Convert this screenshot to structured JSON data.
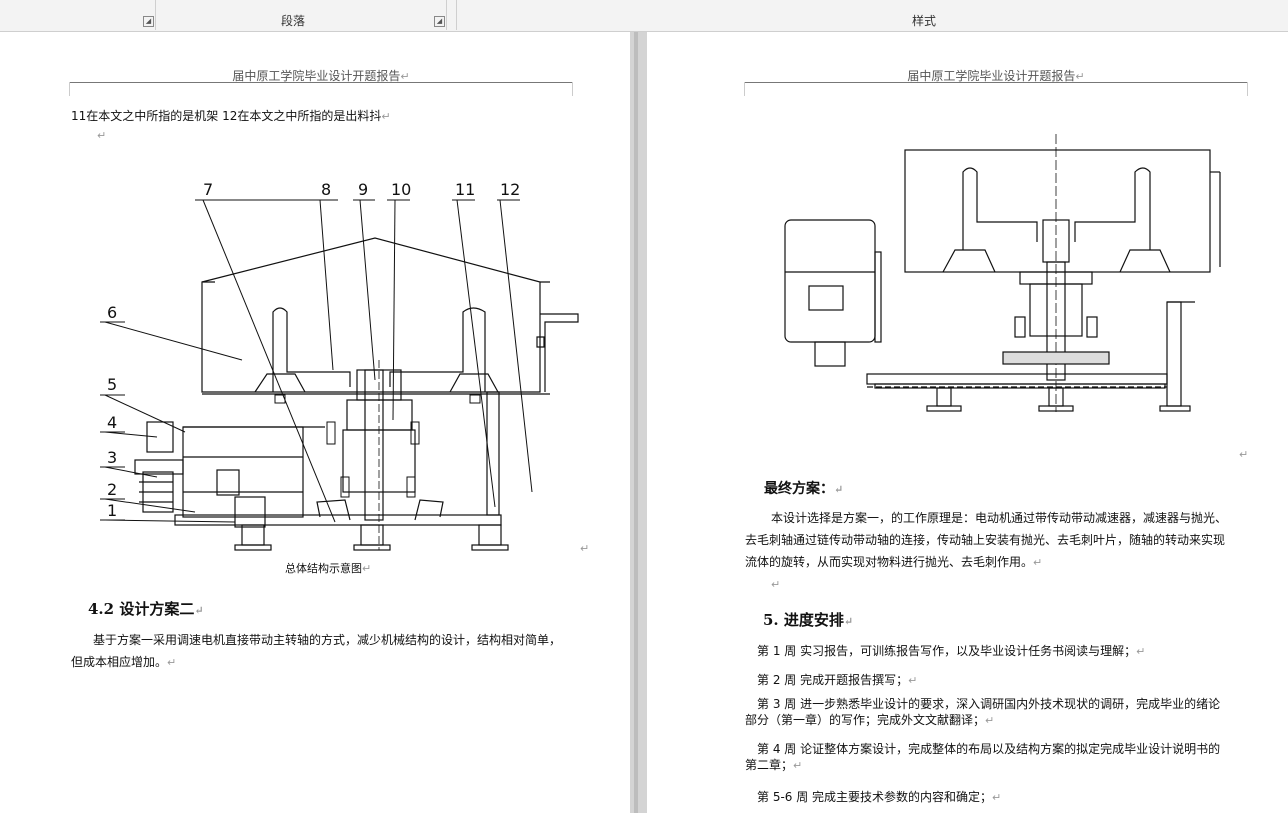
{
  "ribbon": {
    "paragraph_group": "段落",
    "styles_group": "样式"
  },
  "left_page": {
    "header": "届中原工学院毕业设计开题报告",
    "intro_line": "11在本文之中所指的是机架  12在本文之中所指的是出料抖",
    "figure": {
      "labels": [
        "1",
        "2",
        "3",
        "4",
        "5",
        "6",
        "7",
        "8",
        "9",
        "10",
        "11",
        "12"
      ],
      "caption": "总体结构示意图"
    },
    "section_heading": "4.2  设计方案二",
    "body_text": "基于方案一采用调速电机直接带动主转轴的方式，减少机械结构的设计，结构相对简单，但成本相应增加。"
  },
  "right_page": {
    "header": "届中原工学院毕业设计开题报告",
    "final_heading": "最终方案：",
    "final_text": "本设计选择是方案一，的工作原理是：电动机通过带传动带动减速器，减速器与抛光、去毛刺轴通过链传动带动轴的连接，传动轴上安装有抛光、去毛刺叶片，随轴的转动来实现流体的旋转，从而实现对物料进行抛光、去毛刺作用。",
    "schedule_heading": "5.   进度安排",
    "schedule": [
      "第 1 周  实习报告，可训练报告写作，以及毕业设计任务书阅读与理解；",
      "第 2 周  完成开题报告撰写；",
      "第 3 周  进一步熟悉毕业设计的要求，深入调研国内外技术现状的调研，完成毕业的绪论部分（第一章）的写作；完成外文文献翻译；",
      "第 4 周   论证整体方案设计，完成整体的布局以及结构方案的拟定完成毕业设计说明书的第二章；",
      "第 5-6 周  完成主要技术参数的内容和确定；"
    ]
  },
  "paragraph_mark": "↵"
}
